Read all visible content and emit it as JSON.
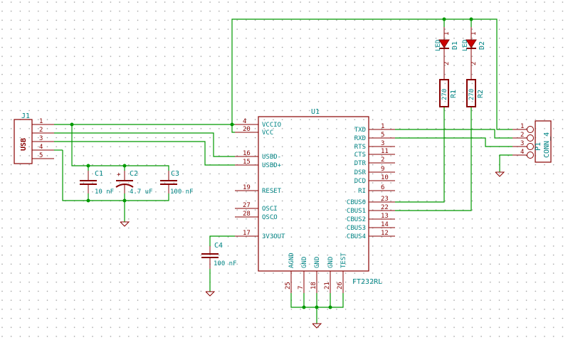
{
  "u1": {
    "ref": "U1",
    "value": "FT232RL",
    "left_pins": [
      {
        "name": "VCCIO",
        "num": "4"
      },
      {
        "name": "VCC",
        "num": "20"
      },
      {
        "name": "USBD-",
        "num": "16"
      },
      {
        "name": "USBD+",
        "num": "15"
      },
      {
        "name": "RESET",
        "num": "19"
      },
      {
        "name": "OSCI",
        "num": "27"
      },
      {
        "name": "OSCO",
        "num": "28"
      },
      {
        "name": "3V3OUT",
        "num": "17"
      }
    ],
    "right_pins": [
      {
        "name": "TXD",
        "num": "1"
      },
      {
        "name": "RXD",
        "num": "5"
      },
      {
        "name": "RTS",
        "num": "3"
      },
      {
        "name": "CTS",
        "num": "11"
      },
      {
        "name": "DTR",
        "num": "2"
      },
      {
        "name": "DSR",
        "num": "9"
      },
      {
        "name": "DCD",
        "num": "10"
      },
      {
        "name": "RI",
        "num": "6"
      },
      {
        "name": "CBUS0",
        "num": "23"
      },
      {
        "name": "CBUS1",
        "num": "22"
      },
      {
        "name": "CBUS2",
        "num": "13"
      },
      {
        "name": "CBUS3",
        "num": "14"
      },
      {
        "name": "CBUS4",
        "num": "12"
      }
    ],
    "bottom_pins": [
      {
        "name": "AGND",
        "num": "25"
      },
      {
        "name": "GND",
        "num": "7"
      },
      {
        "name": "GND",
        "num": "18"
      },
      {
        "name": "GND",
        "num": "21"
      },
      {
        "name": "TEST",
        "num": "26"
      }
    ]
  },
  "j1": {
    "ref": "J1",
    "value": "USB",
    "pins": [
      "1",
      "2",
      "3",
      "4",
      "5"
    ]
  },
  "p1": {
    "ref": "P1",
    "value": "CONN_4",
    "pins": [
      "1",
      "2",
      "3",
      "4"
    ]
  },
  "c1": {
    "ref": "C1",
    "value": "10 nF"
  },
  "c2": {
    "ref": "C2",
    "value": "4.7 uF"
  },
  "c3": {
    "ref": "C3",
    "value": "100 nF"
  },
  "c4": {
    "ref": "C4",
    "value": "100 nF"
  },
  "d1": {
    "ref": "D1",
    "value": "LED",
    "pin1": "1",
    "pin2": "2"
  },
  "d2": {
    "ref": "D2",
    "value": "LED",
    "pin1": "1",
    "pin2": "2"
  },
  "r1": {
    "ref": "R1",
    "value": "270"
  },
  "r2": {
    "ref": "R2",
    "value": "270"
  }
}
